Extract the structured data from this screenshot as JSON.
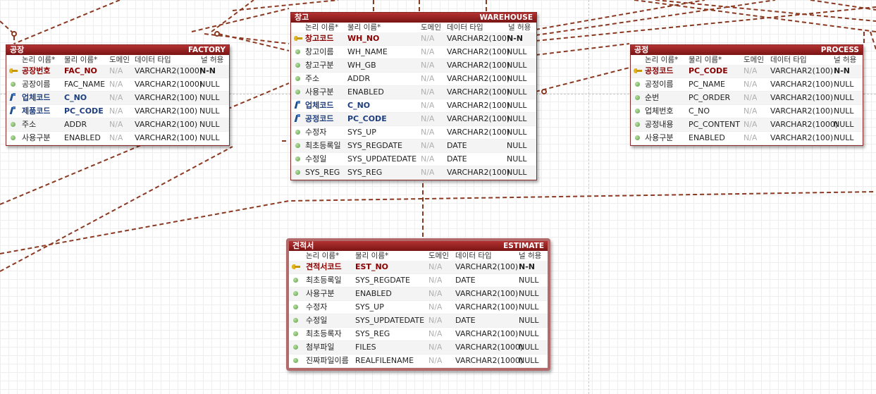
{
  "column_headers": {
    "logical": "논리 이름*",
    "physical": "물리 이름*",
    "domain": "도메인",
    "datatype": "데이터 타입",
    "nullable": "널 허용"
  },
  "entities": {
    "factory": {
      "name_kr": "공장",
      "name_en": "FACTORY",
      "rows": [
        {
          "logical": "공장번호",
          "physical": "FAC_NO",
          "domain": "N/A",
          "datatype": "VARCHAR2(1000)",
          "nullable": "N-N",
          "key": "pk"
        },
        {
          "logical": "공장이름",
          "physical": "FAC_NAME",
          "domain": "N/A",
          "datatype": "VARCHAR2(1000)",
          "nullable": "NULL",
          "key": "none"
        },
        {
          "logical": "업체코드",
          "physical": "C_NO",
          "domain": "N/A",
          "datatype": "VARCHAR2(100)",
          "nullable": "NULL",
          "key": "fk"
        },
        {
          "logical": "제품코드",
          "physical": "PC_CODE",
          "domain": "N/A",
          "datatype": "VARCHAR2(100)",
          "nullable": "NULL",
          "key": "fk"
        },
        {
          "logical": "주소",
          "physical": "ADDR",
          "domain": "N/A",
          "datatype": "VARCHAR2(100)",
          "nullable": "NULL",
          "key": "none"
        },
        {
          "logical": "사용구분",
          "physical": "ENABLED",
          "domain": "N/A",
          "datatype": "VARCHAR2(100)",
          "nullable": "NULL",
          "key": "none"
        }
      ]
    },
    "warehouse": {
      "name_kr": "창고",
      "name_en": "WAREHOUSE",
      "rows": [
        {
          "logical": "창고코드",
          "physical": "WH_NO",
          "domain": "N/A",
          "datatype": "VARCHAR2(100)",
          "nullable": "N-N",
          "key": "pk"
        },
        {
          "logical": "창고이름",
          "physical": "WH_NAME",
          "domain": "N/A",
          "datatype": "VARCHAR2(100)",
          "nullable": "NULL",
          "key": "none"
        },
        {
          "logical": "창고구분",
          "physical": "WH_GB",
          "domain": "N/A",
          "datatype": "VARCHAR2(100)",
          "nullable": "NULL",
          "key": "none"
        },
        {
          "logical": "주소",
          "physical": "ADDR",
          "domain": "N/A",
          "datatype": "VARCHAR2(100)",
          "nullable": "NULL",
          "key": "none"
        },
        {
          "logical": "사용구분",
          "physical": "ENABLED",
          "domain": "N/A",
          "datatype": "VARCHAR2(100)",
          "nullable": "NULL",
          "key": "none"
        },
        {
          "logical": "업체코드",
          "physical": "C_NO",
          "domain": "N/A",
          "datatype": "VARCHAR2(100)",
          "nullable": "NULL",
          "key": "fk"
        },
        {
          "logical": "공정코드",
          "physical": "PC_CODE",
          "domain": "N/A",
          "datatype": "VARCHAR2(100)",
          "nullable": "NULL",
          "key": "fk"
        },
        {
          "logical": "수정자",
          "physical": "SYS_UP",
          "domain": "N/A",
          "datatype": "VARCHAR2(100)",
          "nullable": "NULL",
          "key": "none"
        },
        {
          "logical": "최초등록일",
          "physical": "SYS_REGDATE",
          "domain": "N/A",
          "datatype": "DATE",
          "nullable": "NULL",
          "key": "none"
        },
        {
          "logical": "수정일",
          "physical": "SYS_UPDATEDATE",
          "domain": "N/A",
          "datatype": "DATE",
          "nullable": "NULL",
          "key": "none"
        },
        {
          "logical": "SYS_REG",
          "physical": "SYS_REG",
          "domain": "N/A",
          "datatype": "VARCHAR2(100)",
          "nullable": "NULL",
          "key": "none"
        }
      ]
    },
    "process": {
      "name_kr": "공정",
      "name_en": "PROCESS",
      "rows": [
        {
          "logical": "공정코드",
          "physical": "PC_CODE",
          "domain": "N/A",
          "datatype": "VARCHAR2(100)",
          "nullable": "N-N",
          "key": "pk"
        },
        {
          "logical": "공정이름",
          "physical": "PC_NAME",
          "domain": "N/A",
          "datatype": "VARCHAR2(100)",
          "nullable": "NULL",
          "key": "none"
        },
        {
          "logical": "순번",
          "physical": "PC_ORDER",
          "domain": "N/A",
          "datatype": "VARCHAR2(100)",
          "nullable": "NULL",
          "key": "none"
        },
        {
          "logical": "업체번호",
          "physical": "C_NO",
          "domain": "N/A",
          "datatype": "VARCHAR2(100)",
          "nullable": "NULL",
          "key": "none"
        },
        {
          "logical": "공정내용",
          "physical": "PC_CONTENT",
          "domain": "N/A",
          "datatype": "VARCHAR2(1000)",
          "nullable": "NULL",
          "key": "none"
        },
        {
          "logical": "사용구분",
          "physical": "ENABLED",
          "domain": "N/A",
          "datatype": "VARCHAR2(100)",
          "nullable": "NULL",
          "key": "none"
        }
      ]
    },
    "estimate": {
      "name_kr": "견적서",
      "name_en": "ESTIMATE",
      "rows": [
        {
          "logical": "견적서코드",
          "physical": "EST_NO",
          "domain": "N/A",
          "datatype": "VARCHAR2(100)",
          "nullable": "N-N",
          "key": "pk"
        },
        {
          "logical": "최초등록일",
          "physical": "SYS_REGDATE",
          "domain": "N/A",
          "datatype": "DATE",
          "nullable": "NULL",
          "key": "none"
        },
        {
          "logical": "사용구분",
          "physical": "ENABLED",
          "domain": "N/A",
          "datatype": "VARCHAR2(100)",
          "nullable": "NULL",
          "key": "none"
        },
        {
          "logical": "수정자",
          "physical": "SYS_UP",
          "domain": "N/A",
          "datatype": "VARCHAR2(100)",
          "nullable": "NULL",
          "key": "none"
        },
        {
          "logical": "수정일",
          "physical": "SYS_UPDATEDATE",
          "domain": "N/A",
          "datatype": "DATE",
          "nullable": "NULL",
          "key": "none"
        },
        {
          "logical": "최초등록자",
          "physical": "SYS_REG",
          "domain": "N/A",
          "datatype": "VARCHAR2(100)",
          "nullable": "NULL",
          "key": "none"
        },
        {
          "logical": "첨부파일",
          "physical": "FILES",
          "domain": "N/A",
          "datatype": "VARCHAR2(1000)",
          "nullable": "NULL",
          "key": "none"
        },
        {
          "logical": "진짜파일이름",
          "physical": "REALFILENAME",
          "domain": "N/A",
          "datatype": "VARCHAR2(1000)",
          "nullable": "NULL",
          "key": "none"
        }
      ]
    }
  },
  "colors": {
    "header_top": "#b43232",
    "header_bottom": "#7a1414",
    "relationship_line": "#8b3a22",
    "pk_text": "#8a0000",
    "fk_text": "#1f3f7f"
  }
}
